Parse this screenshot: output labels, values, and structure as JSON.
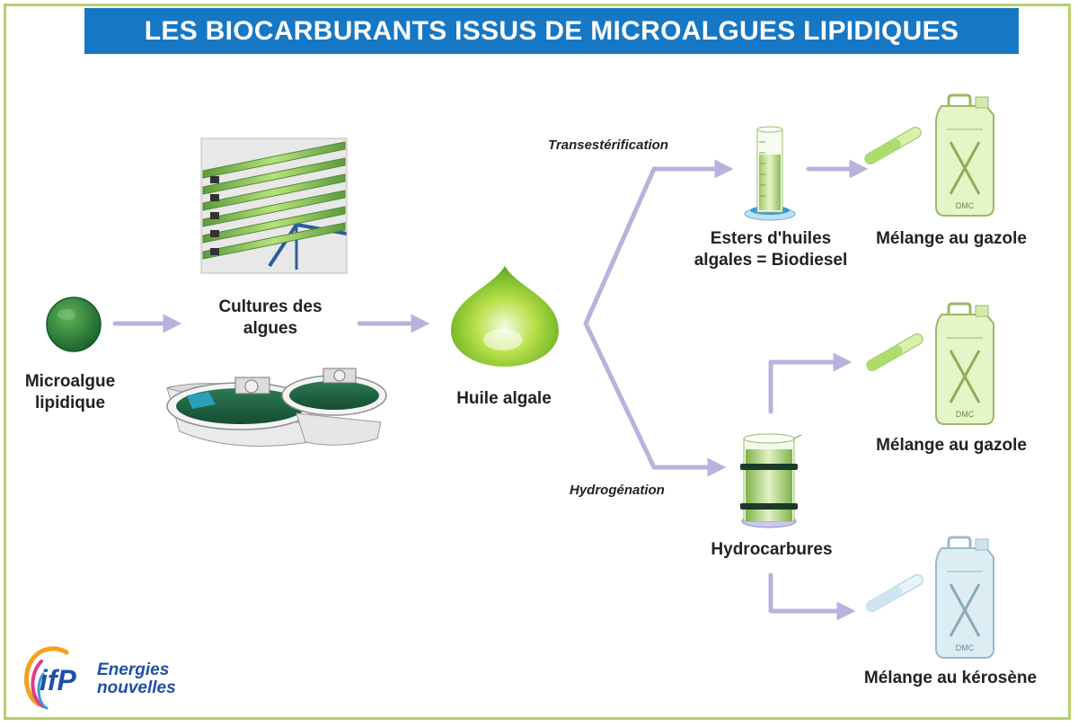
{
  "title": "LES BIOCARBURANTS ISSUS DE MICROALGUES LIPIDIQUES",
  "nodes": {
    "microalgue": "Microalgue lipidique",
    "cultures": "Cultures des algues",
    "huile": "Huile algale",
    "esters": "Esters d'huiles algales = Biodiesel",
    "hydrocarbures": "Hydrocarbures",
    "melange_gazole_1": "Mélange au gazole",
    "melange_gazole_2": "Mélange au gazole",
    "melange_kerosene": "Mélange au kérosène"
  },
  "processes": {
    "transesterification": "Transestérification",
    "hydrogenation": "Hydrogénation"
  },
  "jerrycan_mark": "DMC",
  "logo": {
    "mark": "ifP",
    "line1": "Energies",
    "line2": "nouvelles"
  },
  "colors": {
    "title_bg": "#1677c4",
    "border": "#b6cf6a",
    "arrow": "#b8b2dd",
    "algae_green": "#2f8a3f",
    "tube_green": "#9fd36a",
    "kerosene_blue": "#cfe6f1"
  }
}
